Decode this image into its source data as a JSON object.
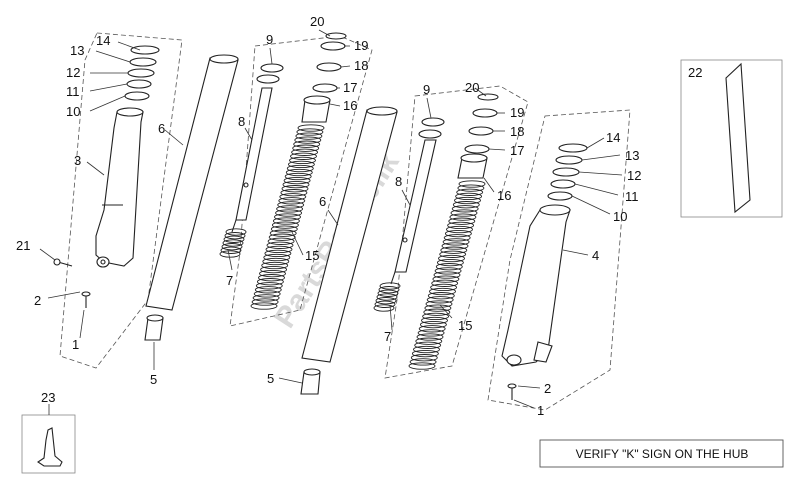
{
  "watermark": "PartsRepublik",
  "note": "VERIFY \"K\" SIGN ON THE HUB",
  "callouts": [
    {
      "id": "c1a",
      "text": "1"
    },
    {
      "id": "c2a",
      "text": "2"
    },
    {
      "id": "c3",
      "text": "3"
    },
    {
      "id": "c5a",
      "text": "5"
    },
    {
      "id": "c6a",
      "text": "6"
    },
    {
      "id": "c7a",
      "text": "7"
    },
    {
      "id": "c8a",
      "text": "8"
    },
    {
      "id": "c9a",
      "text": "9"
    },
    {
      "id": "c10a",
      "text": "10"
    },
    {
      "id": "c11a",
      "text": "11"
    },
    {
      "id": "c12a",
      "text": "12"
    },
    {
      "id": "c13a",
      "text": "13"
    },
    {
      "id": "c14a",
      "text": "14"
    },
    {
      "id": "c15a",
      "text": "15"
    },
    {
      "id": "c16a",
      "text": "16"
    },
    {
      "id": "c17a",
      "text": "17"
    },
    {
      "id": "c18a",
      "text": "18"
    },
    {
      "id": "c19a",
      "text": "19"
    },
    {
      "id": "c20a",
      "text": "20"
    },
    {
      "id": "c21",
      "text": "21"
    },
    {
      "id": "c1b",
      "text": "1"
    },
    {
      "id": "c2b",
      "text": "2"
    },
    {
      "id": "c4",
      "text": "4"
    },
    {
      "id": "c5b",
      "text": "5"
    },
    {
      "id": "c6b",
      "text": "6"
    },
    {
      "id": "c7b",
      "text": "7"
    },
    {
      "id": "c8b",
      "text": "8"
    },
    {
      "id": "c9b",
      "text": "9"
    },
    {
      "id": "c10b",
      "text": "10"
    },
    {
      "id": "c11b",
      "text": "11"
    },
    {
      "id": "c12b",
      "text": "12"
    },
    {
      "id": "c13b",
      "text": "13"
    },
    {
      "id": "c14b",
      "text": "14"
    },
    {
      "id": "c15b",
      "text": "15"
    },
    {
      "id": "c16b",
      "text": "16"
    },
    {
      "id": "c17b",
      "text": "17"
    },
    {
      "id": "c18b",
      "text": "18"
    },
    {
      "id": "c19b",
      "text": "19"
    },
    {
      "id": "c20b",
      "text": "20"
    },
    {
      "id": "c22",
      "text": "22"
    },
    {
      "id": "c23",
      "text": "23"
    }
  ]
}
